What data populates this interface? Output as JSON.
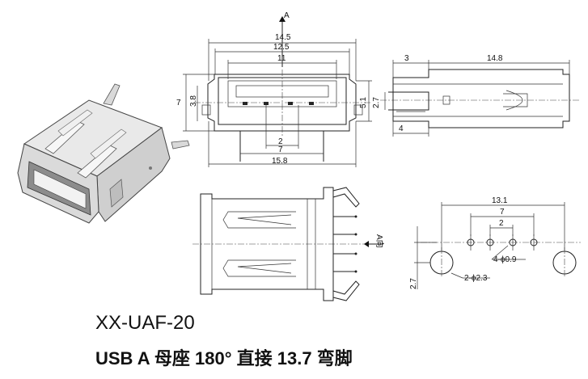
{
  "front_view": {
    "arrow_label": "A",
    "dims": {
      "w_outer": "14.5",
      "w_mid": "12.5",
      "w_inner": "11",
      "h_total": "7",
      "h_body": "3.8",
      "h_right": "5.1",
      "h_pin": "2.7",
      "pitch": "2",
      "span": "7",
      "w_base": "15.8"
    }
  },
  "side_view": {
    "dims": {
      "flange": "3",
      "length": "14.8",
      "height": "4"
    }
  },
  "top_view": {
    "arrow_label": "A向"
  },
  "footprint": {
    "dims": {
      "span_total": "13.1",
      "pin_span": "7",
      "pitch": "2",
      "offset": "2.7",
      "pin_hole": "4-ϕ0.9",
      "post_hole": "2-ϕ2.3"
    }
  },
  "title": {
    "code": "XX-UAF-20",
    "description": "USB A 母座 180°  直接 13.7 弯脚"
  },
  "colors": {
    "line": "#222222",
    "metal_light": "#e8e8e8",
    "metal_dark": "#9a9a9a"
  }
}
